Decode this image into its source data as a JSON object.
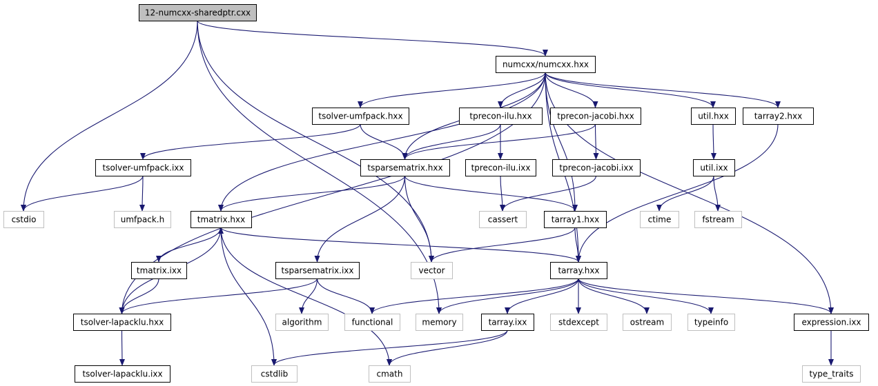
{
  "colors": {
    "edge": "#191970",
    "node_border": "#000000",
    "external_border": "#bfbfbf",
    "root_fill": "#bfbfbf",
    "node_fill": "#ffffff",
    "text": "#000000"
  },
  "nodes": [
    {
      "id": "root",
      "label": "12-numcxx-sharedptr.cxx",
      "kind": "root"
    },
    {
      "id": "numcxx",
      "label": "numcxx/numcxx.hxx",
      "kind": "file"
    },
    {
      "id": "tsolver_umfpack_hxx",
      "label": "tsolver-umfpack.hxx",
      "kind": "file"
    },
    {
      "id": "tprecon_ilu_hxx",
      "label": "tprecon-ilu.hxx",
      "kind": "file"
    },
    {
      "id": "tprecon_jacobi_hxx",
      "label": "tprecon-jacobi.hxx",
      "kind": "file"
    },
    {
      "id": "util_hxx",
      "label": "util.hxx",
      "kind": "file"
    },
    {
      "id": "tarray2_hxx",
      "label": "tarray2.hxx",
      "kind": "file"
    },
    {
      "id": "tsolver_umfpack_ixx",
      "label": "tsolver-umfpack.ixx",
      "kind": "file"
    },
    {
      "id": "tsparsematrix_hxx",
      "label": "tsparsematrix.hxx",
      "kind": "file"
    },
    {
      "id": "tprecon_ilu_ixx",
      "label": "tprecon-ilu.ixx",
      "kind": "file"
    },
    {
      "id": "tprecon_jacobi_ixx",
      "label": "tprecon-jacobi.ixx",
      "kind": "file"
    },
    {
      "id": "util_ixx",
      "label": "util.ixx",
      "kind": "file"
    },
    {
      "id": "cstdio",
      "label": "cstdio",
      "kind": "external"
    },
    {
      "id": "umfpack_h",
      "label": "umfpack.h",
      "kind": "external"
    },
    {
      "id": "tmatrix_hxx",
      "label": "tmatrix.hxx",
      "kind": "file"
    },
    {
      "id": "cassert",
      "label": "cassert",
      "kind": "external"
    },
    {
      "id": "tarray1_hxx",
      "label": "tarray1.hxx",
      "kind": "file"
    },
    {
      "id": "ctime",
      "label": "ctime",
      "kind": "external"
    },
    {
      "id": "fstream",
      "label": "fstream",
      "kind": "external"
    },
    {
      "id": "tmatrix_ixx",
      "label": "tmatrix.ixx",
      "kind": "file"
    },
    {
      "id": "tsparsematrix_ixx",
      "label": "tsparsematrix.ixx",
      "kind": "file"
    },
    {
      "id": "vector",
      "label": "vector",
      "kind": "external"
    },
    {
      "id": "tarray_hxx",
      "label": "tarray.hxx",
      "kind": "file"
    },
    {
      "id": "tsolver_lapacklu_hxx",
      "label": "tsolver-lapacklu.hxx",
      "kind": "file"
    },
    {
      "id": "algorithm",
      "label": "algorithm",
      "kind": "external"
    },
    {
      "id": "functional",
      "label": "functional",
      "kind": "external"
    },
    {
      "id": "memory",
      "label": "memory",
      "kind": "external"
    },
    {
      "id": "tarray_ixx",
      "label": "tarray.ixx",
      "kind": "file"
    },
    {
      "id": "stdexcept",
      "label": "stdexcept",
      "kind": "external"
    },
    {
      "id": "ostream",
      "label": "ostream",
      "kind": "external"
    },
    {
      "id": "typeinfo",
      "label": "typeinfo",
      "kind": "external"
    },
    {
      "id": "expression_ixx",
      "label": "expression.ixx",
      "kind": "file"
    },
    {
      "id": "tsolver_lapacklu_ixx",
      "label": "tsolver-lapacklu.ixx",
      "kind": "file"
    },
    {
      "id": "cstdlib",
      "label": "cstdlib",
      "kind": "external"
    },
    {
      "id": "cmath",
      "label": "cmath",
      "kind": "external"
    },
    {
      "id": "type_traits",
      "label": "type_traits",
      "kind": "external"
    }
  ],
  "edges": [
    {
      "from": "root",
      "to": "numcxx"
    },
    {
      "from": "root",
      "to": "cstdio"
    },
    {
      "from": "root",
      "to": "vector"
    },
    {
      "from": "root",
      "to": "memory"
    },
    {
      "from": "numcxx",
      "to": "tsolver_umfpack_hxx"
    },
    {
      "from": "numcxx",
      "to": "tprecon_ilu_hxx"
    },
    {
      "from": "numcxx",
      "to": "tprecon_jacobi_hxx"
    },
    {
      "from": "numcxx",
      "to": "util_hxx"
    },
    {
      "from": "numcxx",
      "to": "tarray2_hxx"
    },
    {
      "from": "numcxx",
      "to": "tsparsematrix_hxx"
    },
    {
      "from": "numcxx",
      "to": "tmatrix_hxx"
    },
    {
      "from": "numcxx",
      "to": "tsolver_lapacklu_hxx"
    },
    {
      "from": "numcxx",
      "to": "tarray1_hxx"
    },
    {
      "from": "numcxx",
      "to": "tarray_hxx"
    },
    {
      "from": "numcxx",
      "to": "expression_ixx"
    },
    {
      "from": "tsolver_umfpack_hxx",
      "to": "tsolver_umfpack_ixx"
    },
    {
      "from": "tsolver_umfpack_hxx",
      "to": "tsparsematrix_hxx"
    },
    {
      "from": "tprecon_ilu_hxx",
      "to": "tsparsematrix_hxx"
    },
    {
      "from": "tprecon_ilu_hxx",
      "to": "tprecon_ilu_ixx"
    },
    {
      "from": "tprecon_jacobi_hxx",
      "to": "tsparsematrix_hxx"
    },
    {
      "from": "tprecon_jacobi_hxx",
      "to": "tprecon_jacobi_ixx"
    },
    {
      "from": "util_hxx",
      "to": "util_ixx"
    },
    {
      "from": "tarray2_hxx",
      "to": "tarray_hxx"
    },
    {
      "from": "tsolver_umfpack_ixx",
      "to": "cstdio"
    },
    {
      "from": "tsolver_umfpack_ixx",
      "to": "umfpack_h"
    },
    {
      "from": "tsparsematrix_hxx",
      "to": "tmatrix_hxx"
    },
    {
      "from": "tsparsematrix_hxx",
      "to": "tarray1_hxx"
    },
    {
      "from": "tsparsematrix_hxx",
      "to": "tsparsematrix_ixx"
    },
    {
      "from": "tsparsematrix_hxx",
      "to": "vector"
    },
    {
      "from": "tprecon_ilu_ixx",
      "to": "cassert"
    },
    {
      "from": "tprecon_jacobi_ixx",
      "to": "cassert"
    },
    {
      "from": "util_ixx",
      "to": "ctime"
    },
    {
      "from": "util_ixx",
      "to": "fstream"
    },
    {
      "from": "tmatrix_hxx",
      "to": "tmatrix_ixx"
    },
    {
      "from": "tmatrix_hxx",
      "to": "tarray_hxx"
    },
    {
      "from": "tmatrix_hxx",
      "to": "cstdlib"
    },
    {
      "from": "tmatrix_hxx",
      "to": "cmath"
    },
    {
      "from": "tarray1_hxx",
      "to": "tarray_hxx"
    },
    {
      "from": "tarray1_hxx",
      "to": "vector"
    },
    {
      "from": "tmatrix_ixx",
      "to": "tsolver_lapacklu_hxx"
    },
    {
      "from": "tsparsematrix_ixx",
      "to": "tsolver_lapacklu_hxx"
    },
    {
      "from": "tsparsematrix_ixx",
      "to": "algorithm"
    },
    {
      "from": "tsparsematrix_ixx",
      "to": "functional"
    },
    {
      "from": "tsolver_lapacklu_hxx",
      "to": "tmatrix_hxx"
    },
    {
      "from": "tsolver_lapacklu_hxx",
      "to": "tsolver_lapacklu_ixx"
    },
    {
      "from": "tarray_hxx",
      "to": "functional"
    },
    {
      "from": "tarray_hxx",
      "to": "memory"
    },
    {
      "from": "tarray_hxx",
      "to": "tarray_ixx"
    },
    {
      "from": "tarray_hxx",
      "to": "stdexcept"
    },
    {
      "from": "tarray_hxx",
      "to": "ostream"
    },
    {
      "from": "tarray_hxx",
      "to": "typeinfo"
    },
    {
      "from": "tarray_hxx",
      "to": "expression_ixx"
    },
    {
      "from": "tarray_ixx",
      "to": "cstdlib"
    },
    {
      "from": "tarray_ixx",
      "to": "cmath"
    },
    {
      "from": "expression_ixx",
      "to": "type_traits"
    }
  ]
}
